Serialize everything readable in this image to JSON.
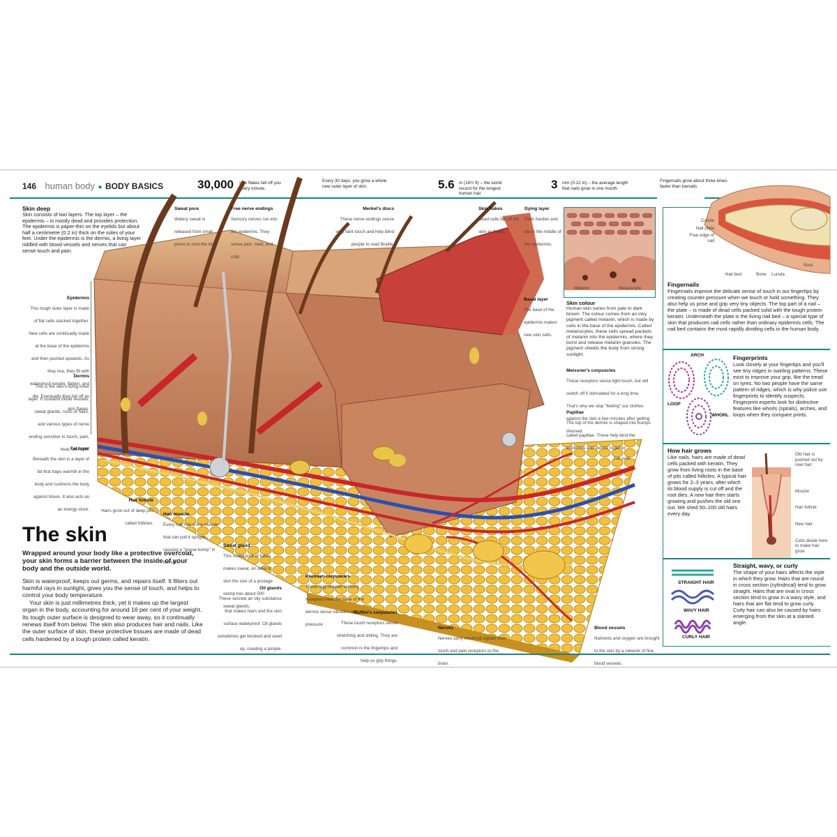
{
  "header": {
    "page_number": "146",
    "book": "human body",
    "section": "BODY BASICS"
  },
  "facts": [
    {
      "num": "30,000",
      "text": "skin flakes fall off you every minute."
    },
    {
      "num": "",
      "text": "Every 30 days, you grow a whole new outer layer of skin."
    },
    {
      "num": "5.6",
      "text": "m (18½ ft) – the world record for the longest human hair."
    },
    {
      "num": "3",
      "text": "mm (0.12 in) – the average length that nails grow in one month."
    },
    {
      "num": "",
      "text": "Fingernails grow about three times faster than toenails."
    }
  ],
  "skin_deep": {
    "title": "Skin deep",
    "body": "Skin consists of two layers. The top layer – the epidermis – is mostly dead and provides protection. The epidermis is paper-thin on the eyelids but about half a centimetre (0.2 in) thick on the soles of your feet. Under the epidermis is the dermis, a living layer riddled with blood vessels and nerves that can sense touch and pain."
  },
  "labels_left": [
    {
      "title": "Epidermis",
      "text": "This tough outer layer is made of flat cells stacked together. New cells are continually made at the base of the epidermis and then pushed upwards. As they rise, they fill with waterproof keratin, flatten, and die. Eventually they fall off as skin flakes."
    },
    {
      "title": "Dermis",
      "text": "This is the skin's living inner layer. It contains blood vessels, sweat glands, roots of hairs, and various types of nerve ending sensitive to touch, pain, heat, and cold."
    },
    {
      "title": "Fat layer",
      "text": "Beneath the skin is a layer of fat that traps warmth in the body and cushions the body against blows. It also acts as an energy store."
    }
  ],
  "labels_diagram": [
    {
      "title": "Sweat pore",
      "text": "Watery sweat is released from small pores to cool the skin."
    },
    {
      "title": "Free nerve endings",
      "text": "Sensory nerves run into the epidermis. They sense pain, heat, and cold."
    },
    {
      "title": "Merkel's discs",
      "text": "These nerve endings sense very faint touch and help blind people to read Braille."
    },
    {
      "title": "Skin flakes",
      "text": "Dead cells fall off the skin as flakes."
    },
    {
      "title": "Dying layer",
      "text": "Cells harden and die in the middle of the epidermis."
    },
    {
      "title": "Basal layer",
      "text": "The base of the epidermis makes new skin cells."
    },
    {
      "title": "Meissner's corpuscles",
      "text": "These receptors sense light touch, but will switch off if stimulated for a long time. That's why we stop \"feeling\" our clothes against the skin a few minutes after getting dressed."
    },
    {
      "title": "Papillae",
      "text": "The top of the dermis is shaped into bumps called papillae. These help bind the epidermis and dermis together."
    },
    {
      "title": "Fat cells",
      "text": ""
    },
    {
      "title": "Hair follicle",
      "text": "Hairs grow out of deep pits called follicles."
    },
    {
      "title": "Hair muscle",
      "text": "Every hair has a tiny muscle that can pull it upright, causing a \"goose bump\" in the skin."
    },
    {
      "title": "Sweat gland",
      "text": "This coiled knot of tubes makes sweat. An area of skin the size of a postage stamp has about 500 sweat glands."
    },
    {
      "title": "Oil glands",
      "text": "These secrete an oily substance that makes hairs and the skin surface waterproof. Oil glands sometimes get blocked and swell up, creating a pimple."
    },
    {
      "title": "Pacinian corpuscles",
      "text": "These egg-shaped sensory receptors near the base of the dermis sense vibration and pressure."
    },
    {
      "title": "Ruffini's corpuscles",
      "text": "These touch receptors sense stretching and sliding. They are common in the fingertips and help us grip things."
    },
    {
      "title": "Nerves",
      "text": "Nerves carry electrical signals from touch and pain receptors to the brain."
    },
    {
      "title": "Blood vessels",
      "text": "Nutrients and oxygen are brought to the skin by a network of fine blood vessels."
    }
  ],
  "skin_colour": {
    "title": "Skin colour",
    "body": "Human skin varies from pale to dark brown. The colour comes from an inky pigment called melanin, which is made by cells in the base of the epidermis. Called melanocytes, these cells spread packets of melanin into the epidermis, where they burst and release melanin granules. The pigment shields the body from strong sunlight.",
    "inset_labels": [
      "Melanin",
      "Melanocyte"
    ]
  },
  "intro": {
    "title": "The skin",
    "lead": "Wrapped around your body like a protective overcoat, your skin forms a barrier between the inside of your body and the outside world.",
    "p1": "Skin is waterproof, keeps out germs, and repairs itself. It filters out harmful rays in sunlight, gives you the sense of touch, and helps to control your body temperature.",
    "p2": "Your skin is just millimetres thick, yet it makes up the largest organ in the body, accounting for around 16 per cent of your weight. Its tough outer surface is designed to wear away, so it continually renews itself from below. The skin also produces hair and nails. Like the outer surface of skin, these protective tissues are made of dead cells hardened by a tough protein called keratin."
  },
  "nail_diagram": {
    "labels": [
      "Cuticle",
      "Nail plate",
      "Free edge of nail",
      "Nail bed",
      "Bone",
      "Lunula",
      "Root"
    ]
  },
  "fingernails": {
    "title": "Fingernails",
    "body": "Fingernails improve the delicate sense of touch in our fingertips by creating counter-pressure when we touch or hold something. They also help us prise and grip very tiny objects. The top part of a nail – the plate – is made of dead cells packed solid with the tough protein keratin. Underneath the plate is the living nail bed – a special type of skin that produces nail cells rather than ordinary epidermis cells. The nail bed contains the most rapidly dividing cells in the human body."
  },
  "fingerprints": {
    "title": "Fingerprints",
    "body": "Look closely at your fingertips and you'll see tiny ridges in swirling patterns. These exist to improve your grip, like the tread on tyres. No two people have the same pattern of ridges, which is why police use fingerprints to identify suspects. Fingerprint experts look for distinctive features like whorls (spirals), arches, and loops when they compare prints.",
    "types": [
      "ARCH",
      "LOOP",
      "WHORL"
    ]
  },
  "hair_grows": {
    "title": "How hair grows",
    "body": "Like nails, hairs are made of dead cells packed with keratin. They grow from living roots in the base of pits called follicles. A typical hair grows for 2–3 years, after which its blood supply is cut off and the root dies. A new hair then starts growing and pushes the old one out. We shed 50–100 old hairs every day.",
    "labels": [
      "Old hair is pushed out by new hair",
      "Muscle",
      "Hair follicle",
      "New hair",
      "Cells divide here to make hair grow"
    ]
  },
  "hair_types": {
    "title": "Straight, wavy, or curly",
    "body": "The shape of your hairs affects the style in which they grow. Hairs that are round in cross section (cylindrical) tend to grow straight. Hairs that are oval in cross section tend to grow in a wavy style, and hairs that are flat tend to grow curly. Curly hair can also be caused by hairs emerging from the skin at a slanted angle.",
    "types": [
      "STRAIGHT HAIR",
      "WAVY HAIR",
      "CURLY HAIR"
    ]
  },
  "colors": {
    "accent": "#0b8a7e",
    "skin": "#c98a67",
    "fat": "#e8b53a",
    "artery": "#c8262a",
    "vein": "#2a4fb0"
  }
}
